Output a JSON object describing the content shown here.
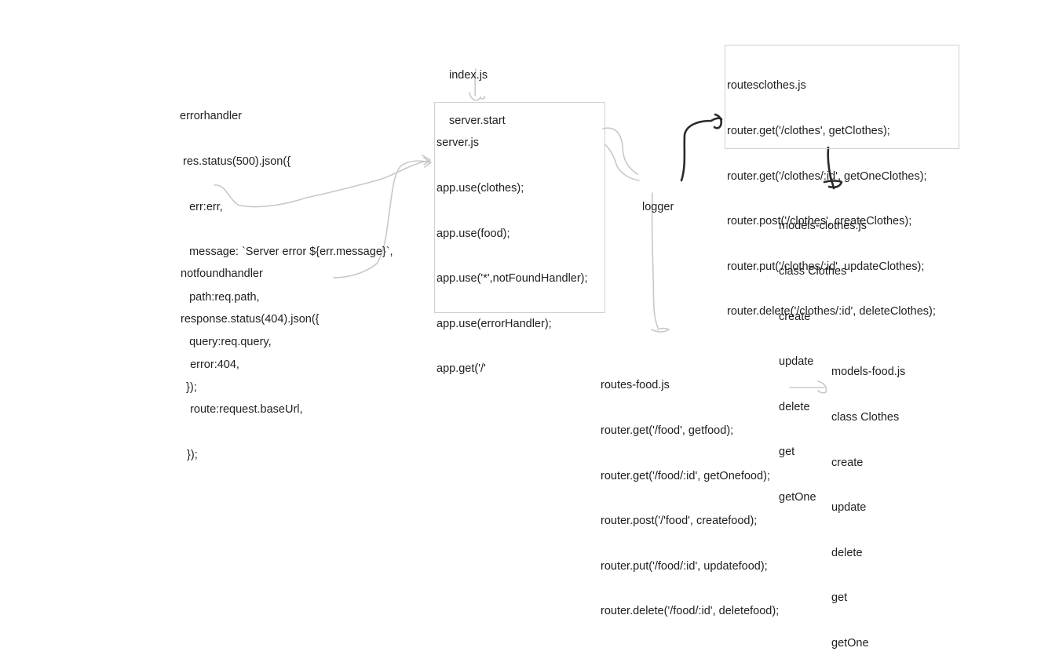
{
  "index": {
    "lines": [
      "index.js",
      "server.start"
    ]
  },
  "server": {
    "lines": [
      "server.js",
      "app.use(clothes);",
      "app.use(food);",
      "app.use('*',notFoundHandler);",
      "app.use(errorHandler);",
      "app.get('/'"
    ]
  },
  "errorhandler": {
    "lines": [
      "errorhandler",
      " res.status(500).json({",
      "   err:err,",
      "   message: `Server error ${err.message}`,",
      "   path:req.path,",
      "   query:req.query,",
      "  });"
    ]
  },
  "notfoundhandler": {
    "lines": [
      "notfoundhandler",
      "response.status(404).json({",
      "   error:404,",
      "   route:request.baseUrl,",
      "  });"
    ]
  },
  "logger": {
    "label": "logger"
  },
  "routes_clothes": {
    "lines": [
      "routesclothes.js",
      "router.get('/clothes', getClothes);",
      "router.get('/clothes/:id', getOneClothes);",
      "router.post('/clothes', createClothes);",
      "router.put('/clothes/:id', updateClothes);",
      "router.delete('/clothes/:id', deleteClothes);"
    ]
  },
  "models_clothes": {
    "lines": [
      "models-clothes.js",
      "class Clothes",
      "create",
      "update",
      "delete",
      "get",
      "getOne"
    ]
  },
  "routes_food": {
    "lines": [
      "routes-food.js",
      "router.get('/food', getfood);",
      "router.get('/food/:id', getOnefood);",
      "router.post('/'food', createfood);",
      "router.put('/food/:id', updatefood);",
      "router.delete('/food/:id', deletefood);"
    ]
  },
  "models_food": {
    "lines": [
      "models-food.js",
      "class Clothes",
      "create",
      "update",
      "delete",
      "get",
      "getOne"
    ]
  }
}
